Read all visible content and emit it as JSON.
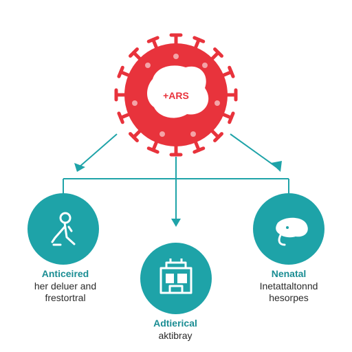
{
  "virus": {
    "label": "+ARS",
    "color": "#e8333c",
    "label_color": "#e8333c",
    "core_color": "#ffffff"
  },
  "connector_color": "#1ea3a8",
  "nodes": [
    {
      "id": "left",
      "icon": "person-icon",
      "title": "Anticeired",
      "subtitle_lines": [
        "her deluer and",
        "frestortral"
      ],
      "title_color": "#1a8d93",
      "fill": "#1ea3a8"
    },
    {
      "id": "middle",
      "icon": "building-icon",
      "title": "Adtierical",
      "subtitle_lines": [
        "aktibray"
      ],
      "title_color": "#1a8d93",
      "fill": "#1ea3a8"
    },
    {
      "id": "right",
      "icon": "animal-icon",
      "title": "Nenatal",
      "subtitle_lines": [
        "Inetattaltonnd",
        "hesorpes"
      ],
      "title_color": "#1a8d93",
      "fill": "#1ea3a8"
    }
  ]
}
